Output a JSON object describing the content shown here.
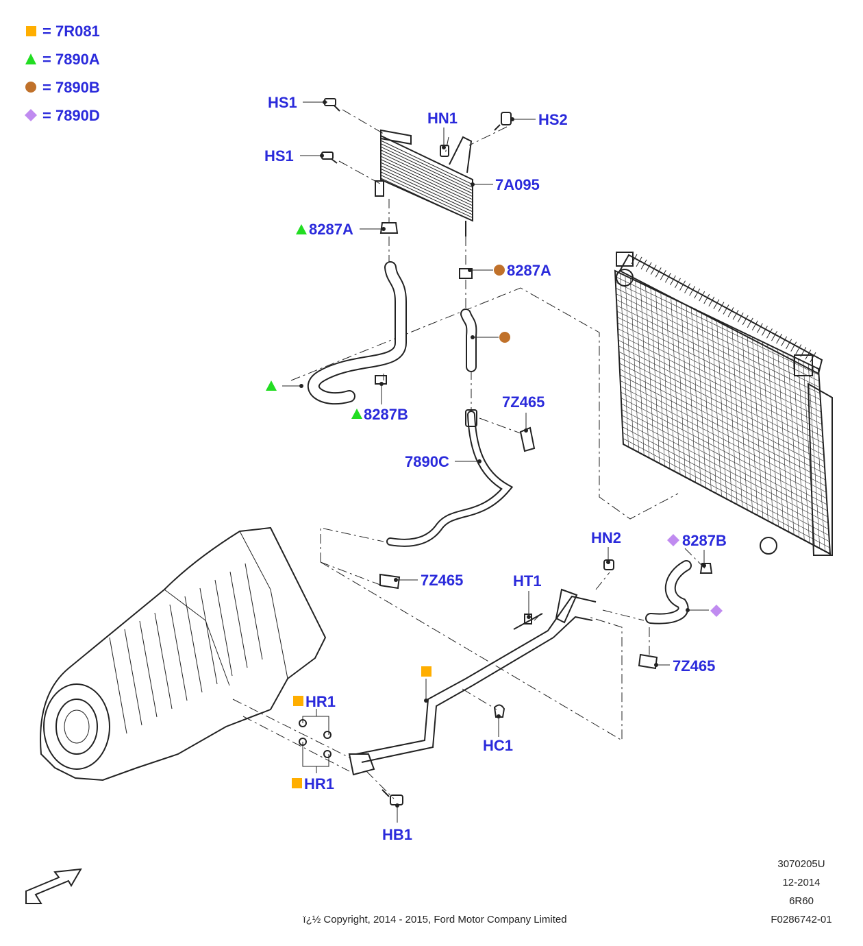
{
  "legend": [
    {
      "symbol": "square",
      "color": "#ffae00",
      "text": "= 7R081"
    },
    {
      "symbol": "triangle",
      "color": "#22dd22",
      "text": "= 7890A"
    },
    {
      "symbol": "circle",
      "color": "#c0712a",
      "text": "= 7890B"
    },
    {
      "symbol": "diamond",
      "color": "#c08bf0",
      "text": "= 7890D"
    }
  ],
  "labels": {
    "hs1_top": "HS1",
    "hs1_mid": "HS1",
    "hn1": "HN1",
    "hs2": "HS2",
    "p7a095": "7A095",
    "p8287a_green": "8287A",
    "p8287a_brown": "8287A",
    "p8287b_green": "8287B",
    "p7z465_top": "7Z465",
    "p7890c": "7890C",
    "p7z465_mid": "7Z465",
    "hn2": "HN2",
    "p8287b_purple": "8287B",
    "ht1": "HT1",
    "p7z465_right": "7Z465",
    "hr1_top": "HR1",
    "hr1_bottom": "HR1",
    "hc1": "HC1",
    "hb1": "HB1"
  },
  "colors": {
    "label": "#2a2adb",
    "square": "#ffae00",
    "triangle": "#22dd22",
    "circle": "#c0712a",
    "diamond": "#c08bf0"
  },
  "footer": {
    "ref": "3070205U",
    "date": "12-2014",
    "model": "6R60",
    "figure": "F0286742-01",
    "copyright": "ï¿½ Copyright, 2014 - 2015, Ford Motor Company Limited"
  }
}
